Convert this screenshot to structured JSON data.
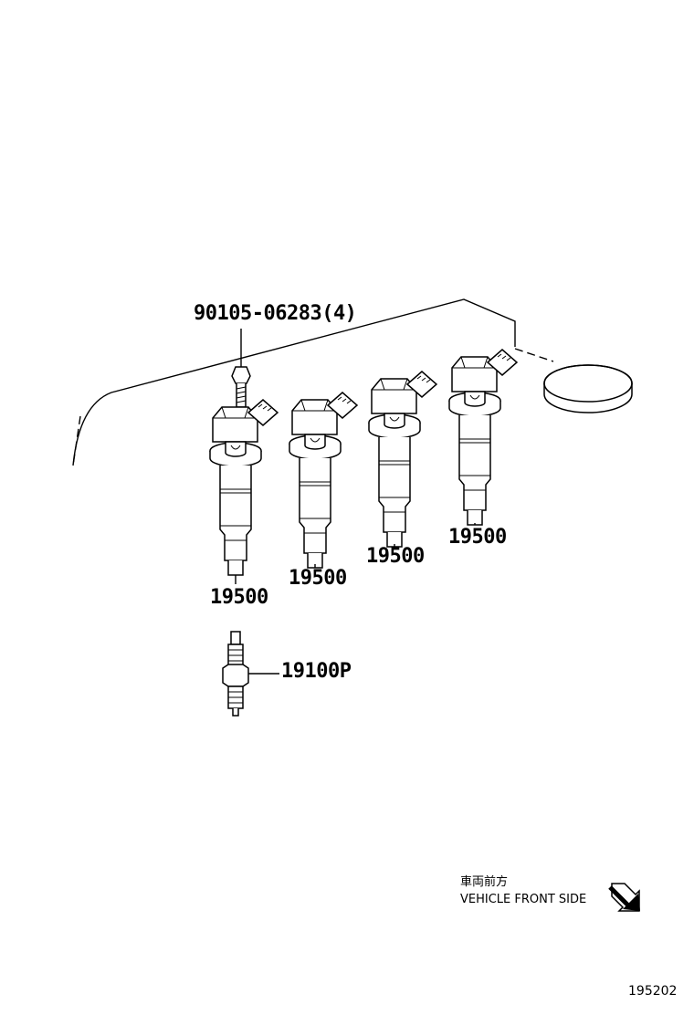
{
  "parts": {
    "bolt": "90105-06283(4)",
    "coil_1": "19500",
    "coil_2": "19500",
    "coil_3": "19500",
    "coil_4": "19500",
    "spark_plug": "19100P"
  },
  "orientation": {
    "label_jp": "車両前方",
    "label_en": "VEHICLE FRONT SIDE",
    "arrow_icon": "arrow-down-right-icon"
  },
  "figure_ref": "195202"
}
